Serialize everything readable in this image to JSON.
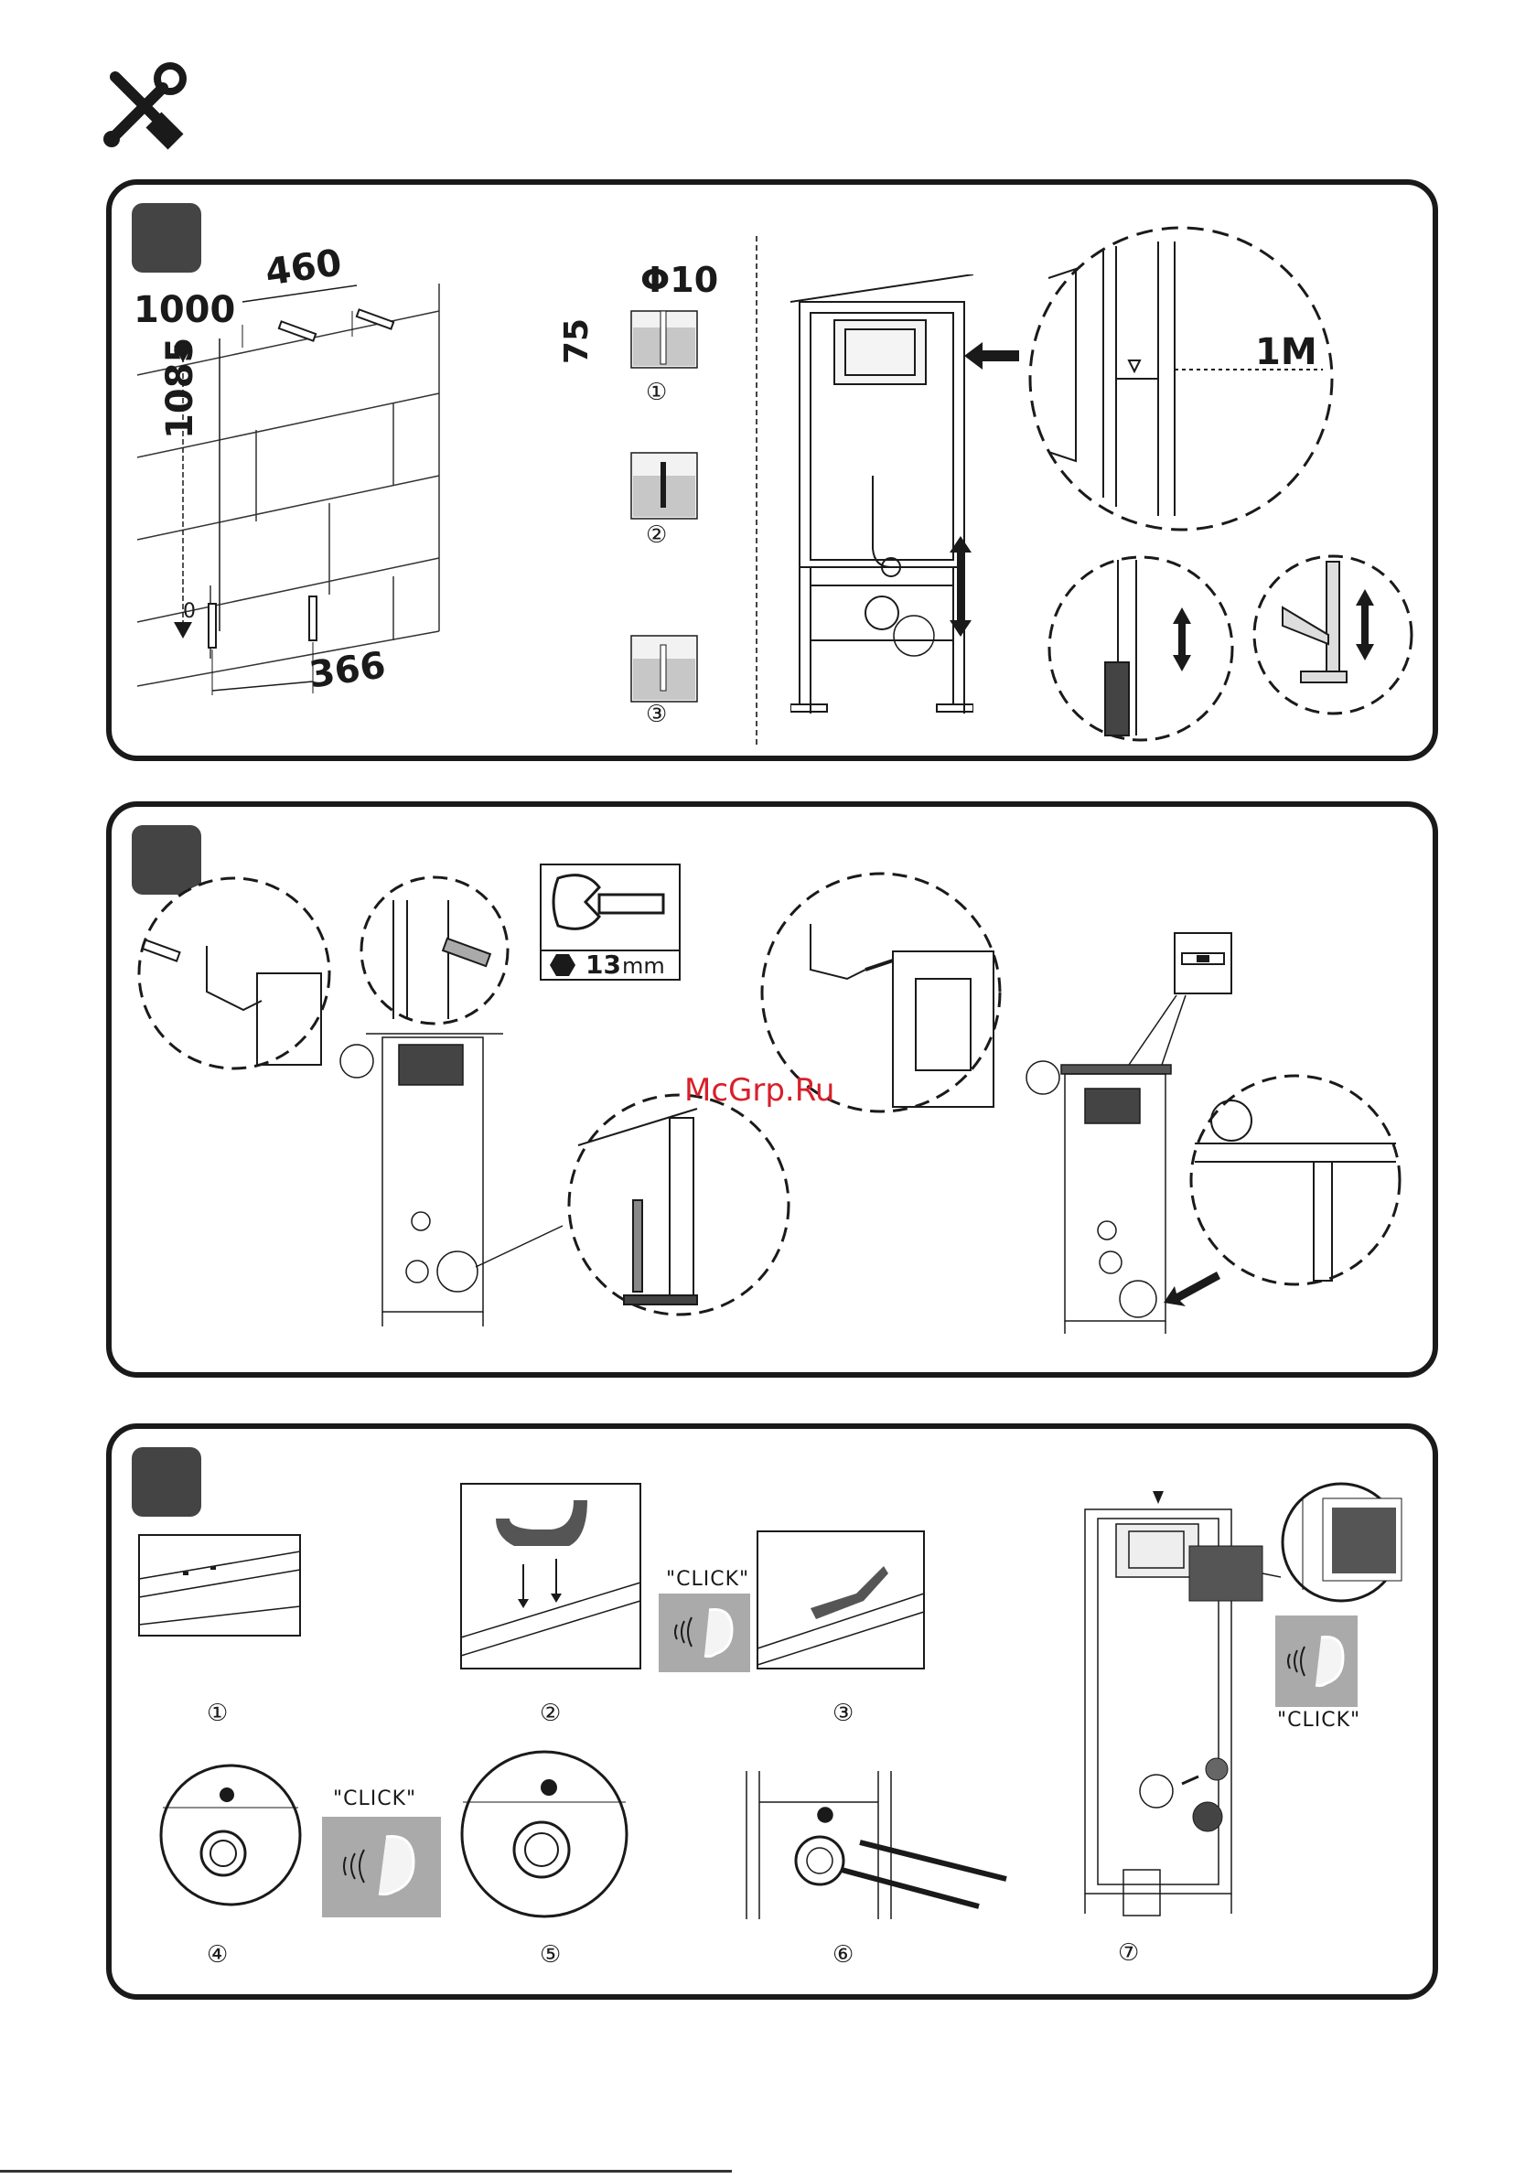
{
  "panel1": {
    "dim_spacing_top": "460",
    "dim_height_top": "1000",
    "dim_height_mid": "1085",
    "dim_zero": "0",
    "dim_spacing_bottom": "366",
    "drill_diameter": "Φ10",
    "drill_depth": "75",
    "steps": [
      "①",
      "②",
      "③"
    ],
    "level_mark": "1M"
  },
  "panel2": {
    "wrench_size": "13",
    "wrench_unit": "mm"
  },
  "panel3": {
    "click_label": "\"CLICK\"",
    "steps": [
      "①",
      "②",
      "③",
      "④",
      "⑤",
      "⑥",
      "⑦"
    ]
  },
  "watermark": "McGrp.Ru",
  "icons": [
    "tools-icon",
    "ear-icon",
    "arrow-icon",
    "hex-nut-icon",
    "wrench-icon"
  ]
}
